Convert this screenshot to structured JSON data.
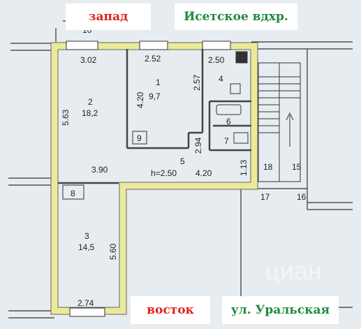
{
  "labels": {
    "west": "запад",
    "reservoir": "Исетское вдхр.",
    "east": "восток",
    "street": "ул. Уральская"
  },
  "rooms": [
    {
      "number": "1",
      "area": "9,7"
    },
    {
      "number": "2",
      "area": "18,2"
    },
    {
      "number": "3",
      "area": "14,5"
    },
    {
      "number": "4"
    },
    {
      "number": "5"
    },
    {
      "number": "6"
    },
    {
      "number": "7"
    },
    {
      "number": "8"
    },
    {
      "number": "9"
    }
  ],
  "dimensions": {
    "top_left_width": "3.02",
    "top_mid_width": "2.52",
    "top_right_width": "2.50",
    "room2_height": "5.63",
    "room1_height": "4.20",
    "room4_height": "2.57",
    "hall_height": "2.94",
    "corridor_width": "3.90",
    "hall_h": "h=2.50",
    "hall_width": "4.20",
    "side_depth": "1.13",
    "room3_height": "5.60",
    "bottom_width": "2.74"
  },
  "neighbor_labels": [
    "10",
    "15",
    "16",
    "17",
    "18"
  ],
  "watermark": "циан",
  "colors": {
    "wall_highlight": "#eaea9a",
    "background": "#e6ecef"
  }
}
